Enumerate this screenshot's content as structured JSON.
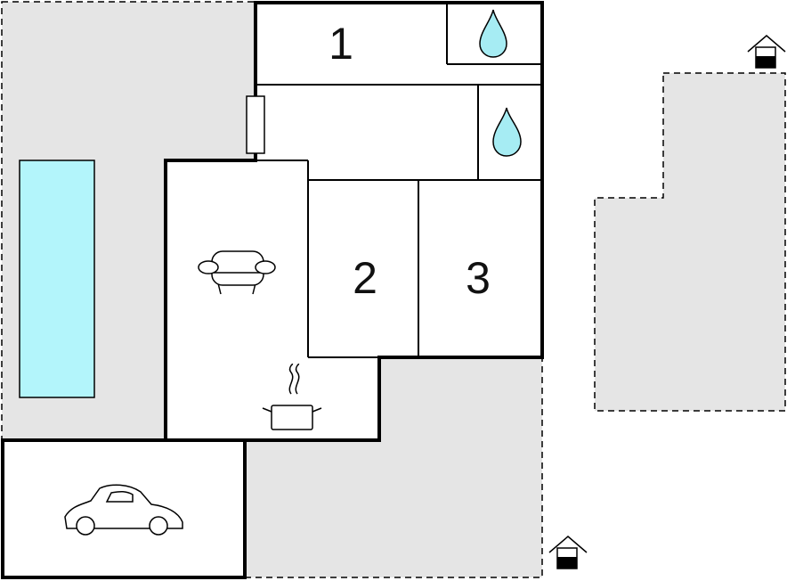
{
  "rooms": {
    "bedroom_1": "1",
    "bedroom_2": "2",
    "bedroom_3": "3"
  },
  "icons": {
    "bathroom_1": "water-drop-icon",
    "bathroom_2": "water-drop-icon",
    "living_room": "sofa-icon",
    "kitchen": "cooking-pot-icon",
    "garage": "car-icon",
    "entrance_1": "house-entrance-icon",
    "entrance_2": "house-entrance-icon"
  },
  "colors": {
    "outdoor_area": "#e5e5e5",
    "pool_water": "#b3f5fb",
    "water_drop": "#a6ecf3",
    "wall": "#000000",
    "room_floor": "#ffffff"
  }
}
